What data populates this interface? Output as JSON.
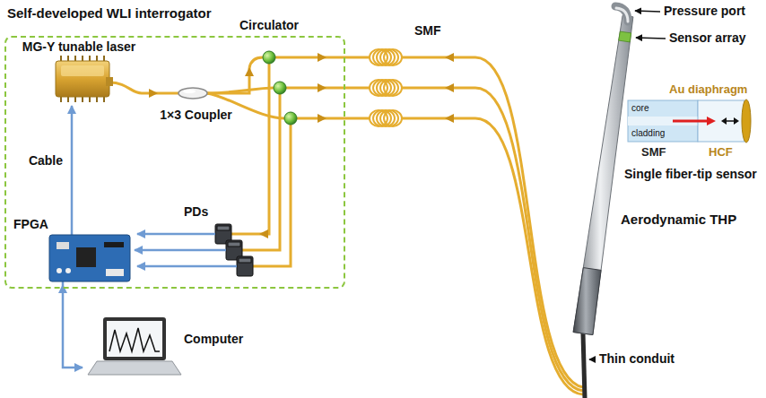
{
  "diagram": {
    "nodes": [
      {
        "text": [
          "Self-developed WLI interrogator"
        ]
      },
      {
        "text": [
          "MG-Y tunable laser"
        ],
        "in": 0
      },
      {
        "text": [
          "1×3 Coupler"
        ],
        "in": 0
      },
      {
        "text": [
          "Circulator"
        ],
        "in": 0
      },
      {
        "text": [
          "PDs"
        ],
        "in": 0
      },
      {
        "text": [
          "FPGA"
        ],
        "in": 0
      },
      {
        "text": [
          "Computer"
        ]
      }
    ],
    "edges": [
      {
        "from": 1,
        "to": 2,
        "arrow": "to"
      },
      {
        "from": 5,
        "to": 1,
        "label": "Cable",
        "arrow": "to"
      },
      {
        "from": 2,
        "to": 3,
        "arrow": "to"
      },
      {
        "from": 3,
        "to": 4,
        "arrow": "to"
      },
      {
        "from": 4,
        "to": 5,
        "arrow": "to"
      },
      {
        "from": 5,
        "to": 6,
        "arrow": "both"
      }
    ],
    "labels": [
      "SMF",
      "Pressure port",
      "Sensor array",
      "Au diaphragm",
      "core",
      "cladding",
      "SMF",
      "HCF",
      "Single fiber-tip sensor",
      "Aerodynamic THP",
      "Thin conduit"
    ]
  }
}
